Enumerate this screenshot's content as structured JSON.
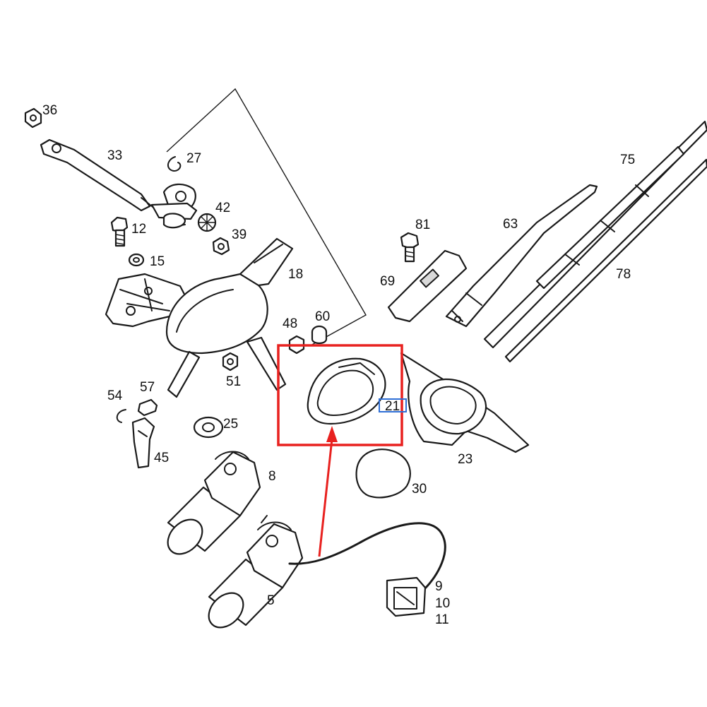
{
  "colors": {
    "highlight_box": "#e8211f",
    "arrow": "#e8211f",
    "label_box": "#2f6fd6",
    "ink": "#1a1a1a"
  },
  "labels": {
    "p36": "36",
    "p33": "33",
    "p27": "27",
    "p42": "42",
    "p12": "12",
    "p39": "39",
    "p15": "15",
    "p18": "18",
    "p48": "48",
    "p60": "60",
    "p51": "51",
    "p57": "57",
    "p54": "54",
    "p25": "25",
    "p45": "45",
    "p8": "8",
    "p5": "5",
    "p9": "9",
    "p10": "10",
    "p11": "11",
    "p30": "30",
    "p23": "23",
    "p21": "21",
    "p81": "81",
    "p69": "69",
    "p63": "63",
    "p75": "75",
    "p78": "78"
  }
}
